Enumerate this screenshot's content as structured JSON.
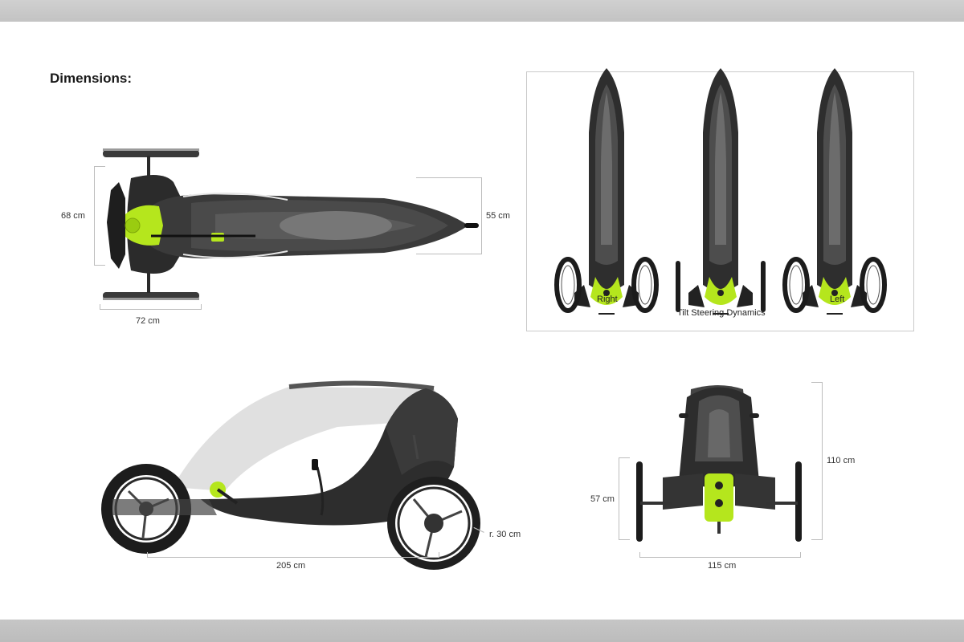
{
  "heading": "Dimensions:",
  "top_view": {
    "width_label": "68 cm",
    "nose_label": "55 cm",
    "track_label": "72 cm"
  },
  "steering_panel": {
    "caption": "Tilt Steering Dynamics",
    "right_label": "Right",
    "left_label": "Left"
  },
  "side_view": {
    "length_label": "205 cm",
    "wheel_radius_label": "r. 30 cm"
  },
  "front_view": {
    "height_label": "110 cm",
    "axle_height_label": "57 cm",
    "width_label": "115 cm"
  },
  "colors": {
    "accent": "#b5e61d",
    "body": "#2c2c2c",
    "background": "#ffffff",
    "frame": "#c9c9c9"
  }
}
